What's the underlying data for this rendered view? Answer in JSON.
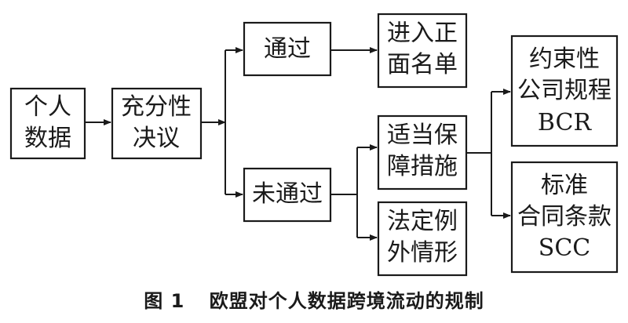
{
  "nodes": {
    "personal_data": [
      "个人",
      "数据"
    ],
    "adequacy_decision": [
      "充分性",
      "决议"
    ],
    "passed": [
      "通过"
    ],
    "whitelist": [
      "进入正",
      "面名单"
    ],
    "not_passed": [
      "未通过"
    ],
    "safeguards": [
      "适当保",
      "障措施"
    ],
    "derogations": [
      "法定例",
      "外情形"
    ],
    "bcr": [
      "约束性",
      "公司规程",
      "BCR"
    ],
    "scc": [
      "标准",
      "合同条款",
      "SCC"
    ]
  },
  "caption": {
    "figure_number": "图 1",
    "title": "欧盟对个人数据跨境流动的规制"
  }
}
